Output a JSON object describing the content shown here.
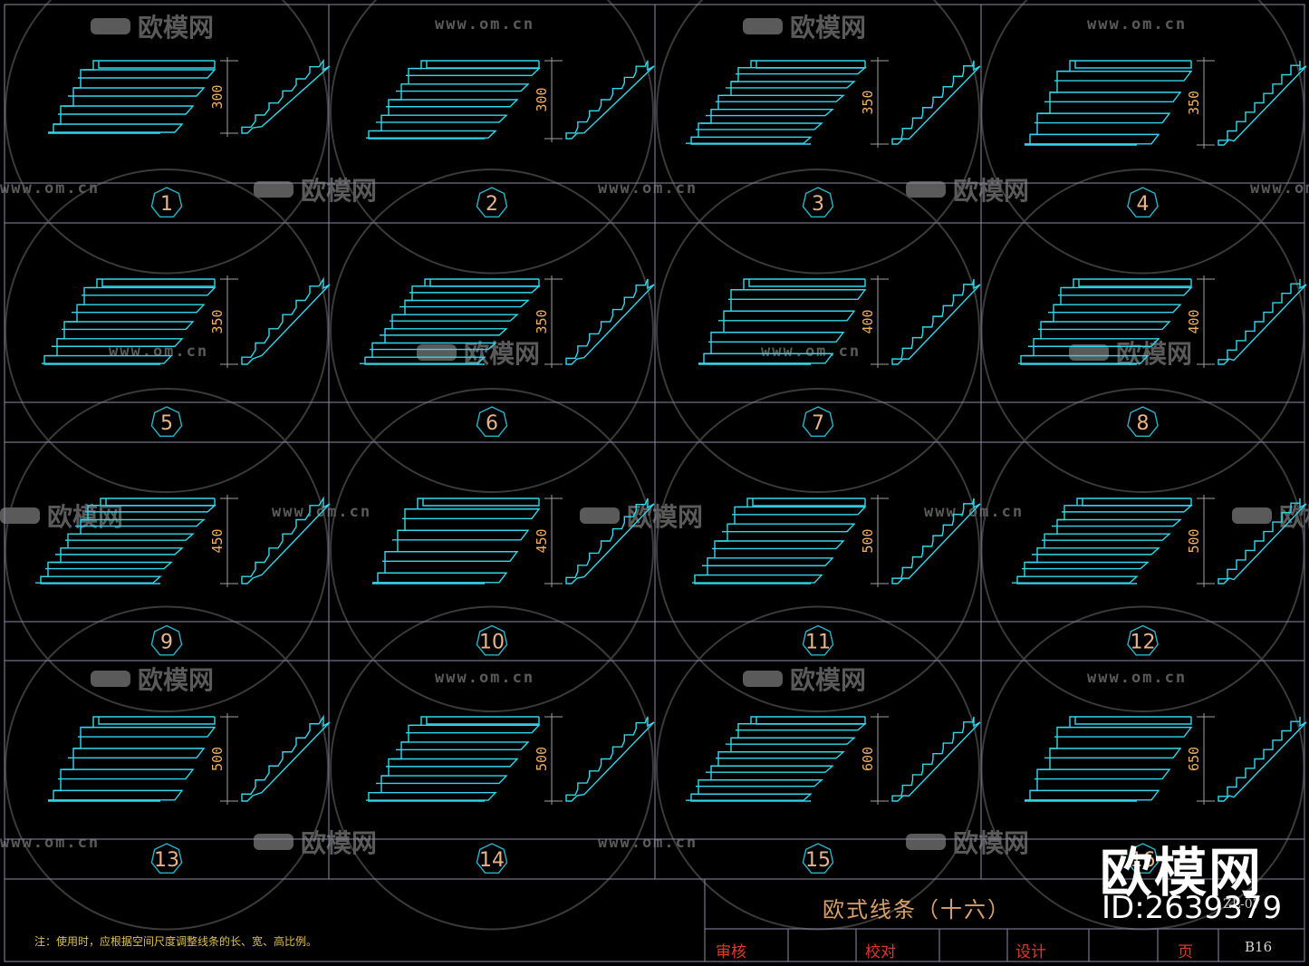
{
  "sheet": {
    "title": "欧式线条（十六）",
    "note": "注：使用时，应根据空间尺度调整线条的长、宽、高比例。",
    "code": "ZL-07",
    "page_no": "B16",
    "labels": {
      "review": "审核",
      "check": "校对",
      "design": "设计",
      "page": "页"
    }
  },
  "panels": [
    {
      "no": "1",
      "dim": "300"
    },
    {
      "no": "2",
      "dim": "300"
    },
    {
      "no": "3",
      "dim": "350"
    },
    {
      "no": "4",
      "dim": "350"
    },
    {
      "no": "5",
      "dim": "350"
    },
    {
      "no": "6",
      "dim": "350"
    },
    {
      "no": "7",
      "dim": "400"
    },
    {
      "no": "8",
      "dim": "400"
    },
    {
      "no": "9",
      "dim": "450"
    },
    {
      "no": "10",
      "dim": "450"
    },
    {
      "no": "11",
      "dim": "500"
    },
    {
      "no": "12",
      "dim": "500"
    },
    {
      "no": "13",
      "dim": "500"
    },
    {
      "no": "14",
      "dim": "500"
    },
    {
      "no": "15",
      "dim": "600"
    },
    {
      "no": "16",
      "dim": "650"
    }
  ],
  "watermark": {
    "brand": "欧模网",
    "url": "www.om.cn",
    "id": "ID:2639379"
  },
  "colors": {
    "background": "#000000",
    "grid": "#8a8aa6",
    "profile": "#33d6ea",
    "dimension": "#f0b060",
    "label": "#e6b48a",
    "badge": "#2ab4c8",
    "title": "#d9a066",
    "stamp_label": "#e03a2a"
  }
}
